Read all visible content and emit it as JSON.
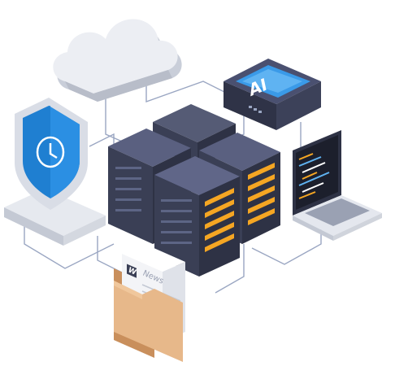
{
  "illustration": {
    "ai_label": "AI",
    "document_label": "News",
    "document_logo": "W"
  },
  "colors": {
    "shield_blue": "#1f7fd1",
    "ai_screen": "#3a9ae8",
    "server_dark": "#3a3f55",
    "server_orange": "#f5a623",
    "folder": "#e7b88a",
    "cloud": "#e4e7ee",
    "line": "#9aa6c2"
  },
  "icons": {
    "cloud": "cloud-icon",
    "shield": "shield-clock-icon",
    "ai_chip": "ai-chip-icon",
    "servers": "server-rack-icon",
    "laptop": "laptop-code-icon",
    "folder": "folder-documents-icon"
  }
}
